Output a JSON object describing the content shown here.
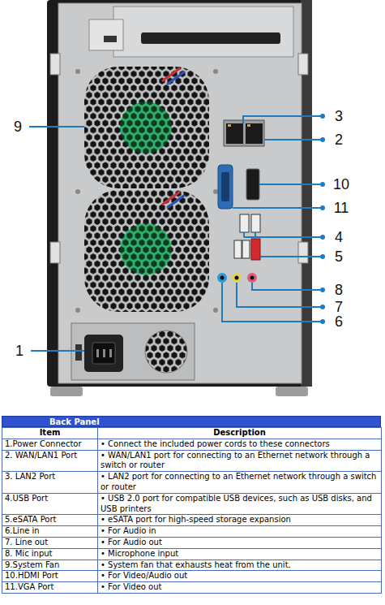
{
  "diagram": {
    "title": "Back Panel",
    "labels": [
      "9",
      "3",
      "2",
      "10",
      "11",
      "4",
      "5",
      "8",
      "7",
      "6",
      "1",
      "Item",
      "Description",
      "1.Power Connector",
      "• Connect the included power cords to these connectors",
      "2. WAN/LAN1 Port",
      "• WAN/LAN1 port for connecting to an Ethernet network through a switch or router",
      "3. LAN2 Port",
      "• LAN2 port for connecting to an Ethernet network through a switch or router",
      "4.USB Port",
      "• USB 2.0 port for compatible USB devices, such as USB disks, and USB printers",
      "5.eSATA Port",
      "• eSATA port for high-speed storage expansion",
      "6.Line in",
      "• For Audio in",
      "7. Line out",
      "• For Audio out",
      "8. Mic input",
      "• Microphone input",
      "9.System Fan",
      "• System fan that exhausts heat from the unit.",
      "10.HDMI Port",
      "• For Video/Audio out",
      "11.VGA Port",
      "• For Video out"
    ]
  }
}
